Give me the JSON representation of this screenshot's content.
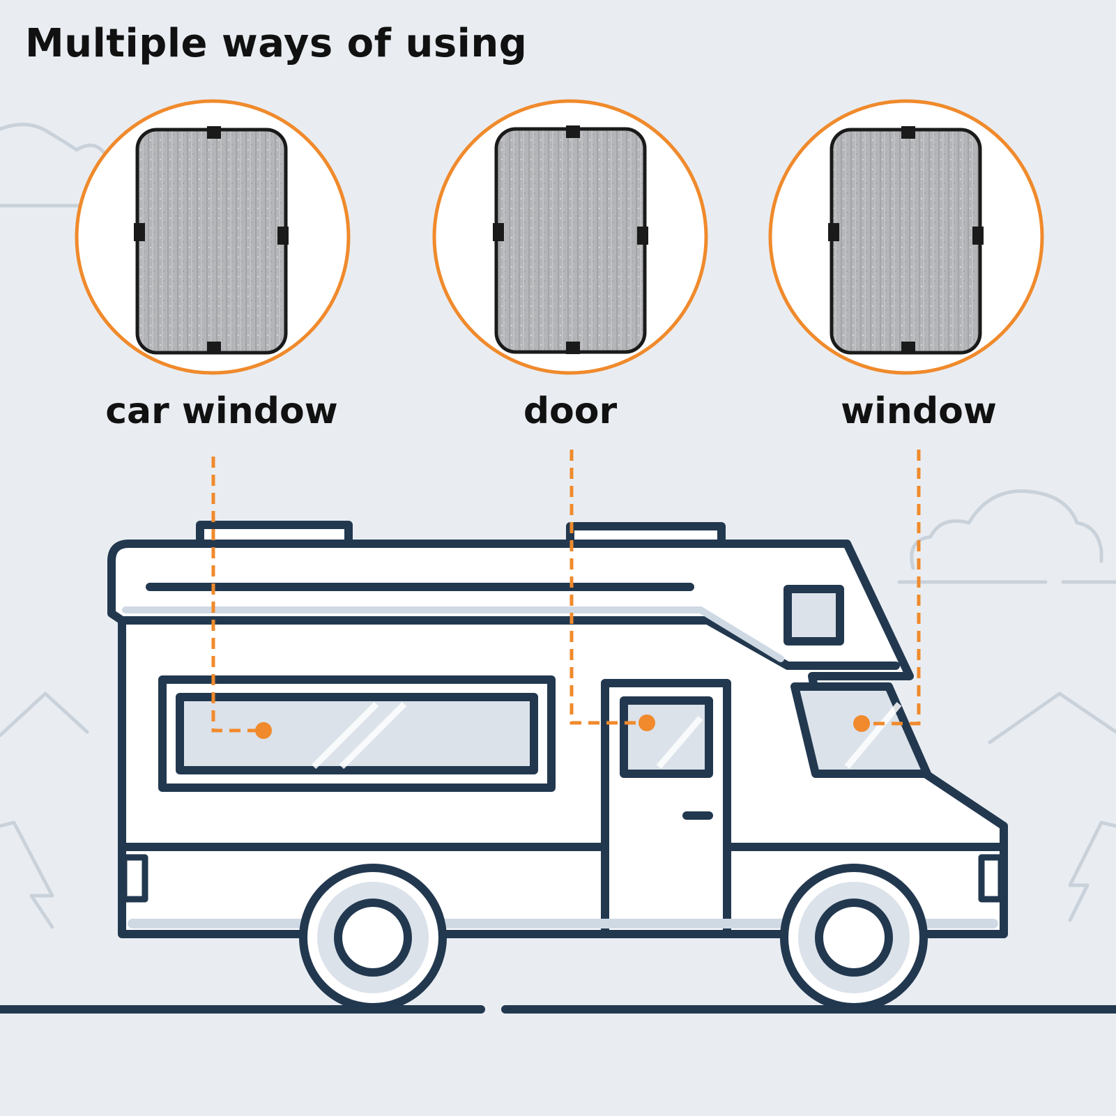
{
  "title": "Multiple ways of using",
  "usages": [
    {
      "label": "car window"
    },
    {
      "label": "door"
    },
    {
      "label": "window"
    }
  ],
  "colors": {
    "accent": "#f08a2c",
    "outline": "#22384f",
    "background": "#e9edf2",
    "body_fill": "#ffffff",
    "glass_fill": "#dbe2ea",
    "shade_fill": "#b6b8ba",
    "shade_border": "#1a1a1a"
  },
  "icons": [
    "sunshade-icon",
    "cloud-icon",
    "tree-icon",
    "rv-camper-icon",
    "wheel-icon",
    "pointer-dot-icon"
  ]
}
